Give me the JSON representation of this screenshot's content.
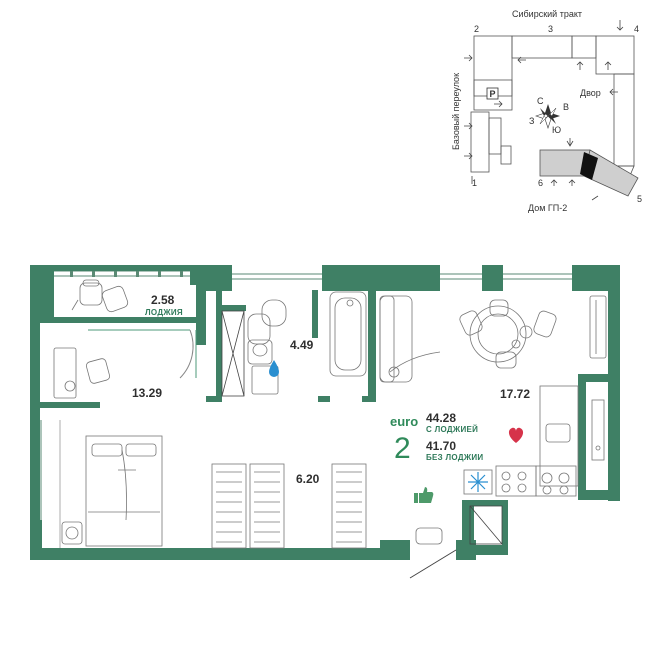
{
  "colors": {
    "wall": "#3f8065",
    "accent_green": "#2f7a5a",
    "heart": "#d6334a",
    "drop": "#2a8fd0",
    "snow": "#2a8fd0"
  },
  "site_map": {
    "street_top": "Сибирский тракт",
    "street_left": "Базовый переулок",
    "courtyard": "Двор",
    "house_label": "Дом ГП-2",
    "parking_symbol": "P",
    "compass": {
      "n": "С",
      "e": "В",
      "s": "Ю",
      "w": "З"
    },
    "section_numbers": [
      "1",
      "2",
      "3",
      "4",
      "5",
      "6"
    ]
  },
  "rooms": {
    "loggia": {
      "area": "2.58",
      "label": "ЛОДЖИЯ"
    },
    "bedroom": {
      "area": "13.29"
    },
    "bathroom": {
      "area": "4.49"
    },
    "hall": {
      "area": "6.20"
    },
    "kitchen_living": {
      "area": "17.72"
    }
  },
  "summary": {
    "layout_type": "euro",
    "rooms_count": "2",
    "area_total": "44.28",
    "area_total_label": "С ЛОДЖИЕЙ",
    "area_net": "41.70",
    "area_net_label": "БЕЗ ЛОДЖИИ"
  },
  "icons": [
    "heart-icon",
    "water-drop-icon",
    "snowflake-icon",
    "thumbs-up-icon",
    "compass-icon",
    "parking-icon"
  ]
}
